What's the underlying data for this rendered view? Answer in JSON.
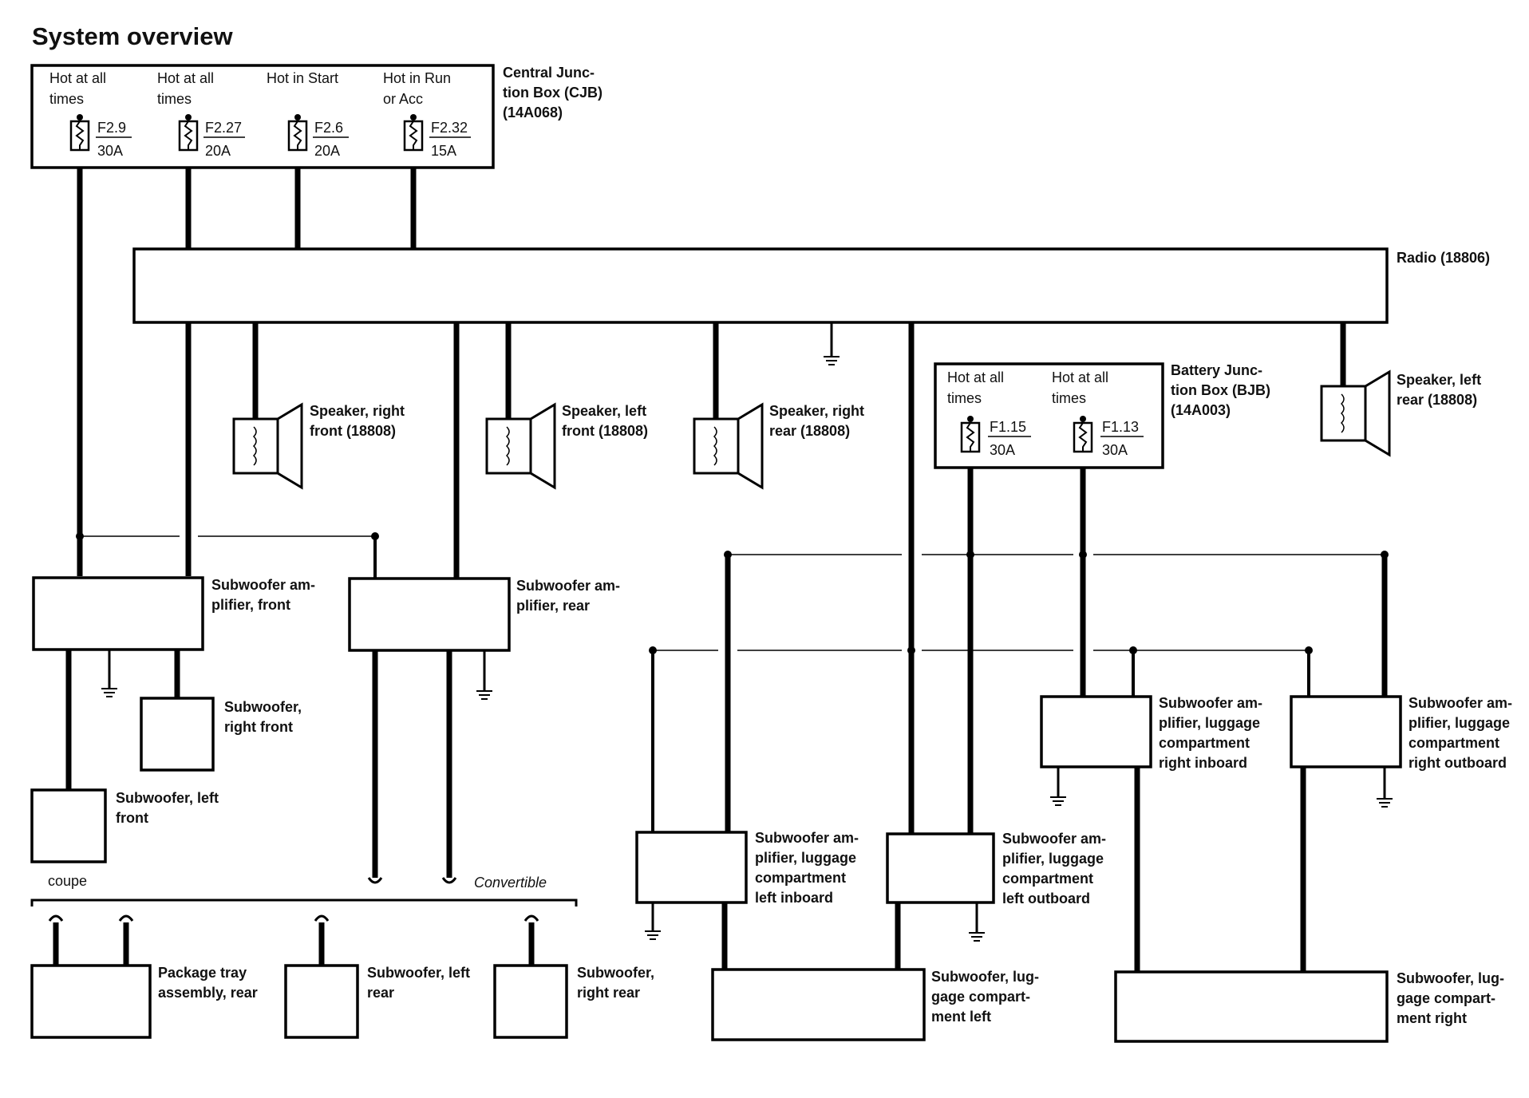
{
  "title": "System overview",
  "cjb": {
    "label": [
      "Central Junc-",
      "tion Box (CJB)",
      "(14A068)"
    ],
    "fuses": [
      {
        "hot": [
          "Hot at all",
          "times"
        ],
        "id": "F2.9",
        "rating": "30A"
      },
      {
        "hot": [
          "Hot at all",
          "times"
        ],
        "id": "F2.27",
        "rating": "20A"
      },
      {
        "hot": [
          "Hot in Start"
        ],
        "id": "F2.6",
        "rating": "20A"
      },
      {
        "hot": [
          "Hot in Run",
          "or Acc"
        ],
        "id": "F2.32",
        "rating": "15A"
      }
    ]
  },
  "bjb": {
    "label": [
      "Battery Junc-",
      "tion Box (BJB)",
      "(14A003)"
    ],
    "fuses": [
      {
        "hot": [
          "Hot at all",
          "times"
        ],
        "id": "F1.15",
        "rating": "30A"
      },
      {
        "hot": [
          "Hot at all",
          "times"
        ],
        "id": "F1.13",
        "rating": "30A"
      }
    ]
  },
  "radio": {
    "label": "Radio (18806)"
  },
  "speakers": [
    {
      "label": [
        "Speaker, right",
        "front (18808)"
      ]
    },
    {
      "label": [
        "Speaker, left",
        "front (18808)"
      ]
    },
    {
      "label": [
        "Speaker, right",
        "rear (18808)"
      ]
    },
    {
      "label": [
        "Speaker, left",
        "rear (18808)"
      ]
    }
  ],
  "amplifiers": {
    "front": [
      "Subwoofer am-",
      "plifier, front"
    ],
    "rear": [
      "Subwoofer am-",
      "plifier, rear"
    ],
    "lc_left_inboard": [
      "Subwoofer am-",
      "plifier, luggage",
      "compartment",
      "left inboard"
    ],
    "lc_left_outboard": [
      "Subwoofer am-",
      "plifier, luggage",
      "compartment",
      "left outboard"
    ],
    "lc_right_inboard": [
      "Subwoofer am-",
      "plifier, luggage",
      "compartment",
      "right inboard"
    ],
    "lc_right_outboard": [
      "Subwoofer am-",
      "plifier, luggage",
      "compartment",
      "right outboard"
    ]
  },
  "subwoofers": {
    "right_front": [
      "Subwoofer,",
      "right front"
    ],
    "left_front": [
      "Subwoofer, left",
      "front"
    ],
    "package_tray": [
      "Package tray",
      "assembly, rear"
    ],
    "left_rear": [
      "Subwoofer, left",
      "rear"
    ],
    "right_rear": [
      "Subwoofer,",
      "right rear"
    ],
    "lc_left": [
      "Subwoofer, lug-",
      "gage compart-",
      "ment left"
    ],
    "lc_right": [
      "Subwoofer, lug-",
      "gage compart-",
      "ment right"
    ]
  },
  "variants": {
    "coupe": "coupe",
    "convertible": "Convertible"
  }
}
